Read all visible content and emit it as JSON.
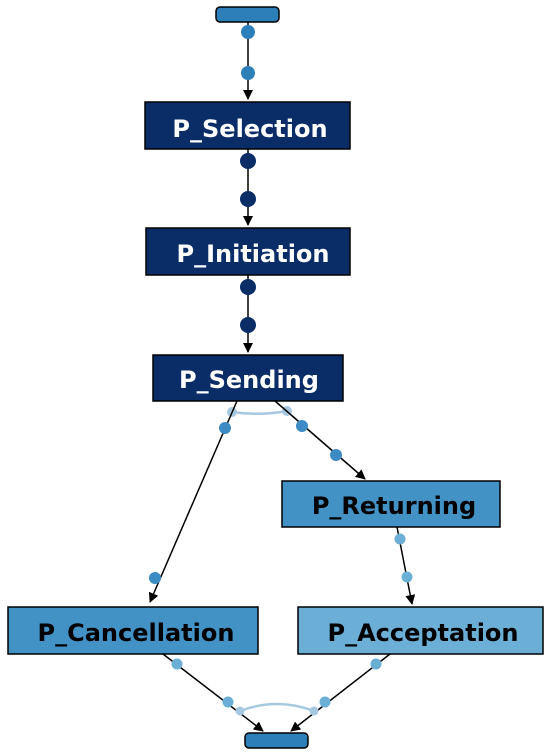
{
  "diagram": {
    "nodes": [
      {
        "id": "start",
        "label": "",
        "kind": "terminal"
      },
      {
        "id": "selection",
        "label": "P_Selection",
        "kind": "dark"
      },
      {
        "id": "initiation",
        "label": "P_Initiation",
        "kind": "dark"
      },
      {
        "id": "sending",
        "label": "P_Sending",
        "kind": "dark"
      },
      {
        "id": "returning",
        "label": "P_Returning",
        "kind": "mid"
      },
      {
        "id": "cancellation",
        "label": "P_Cancellation",
        "kind": "mid"
      },
      {
        "id": "acceptation",
        "label": "P_Acceptation",
        "kind": "light"
      },
      {
        "id": "end",
        "label": "",
        "kind": "terminal"
      }
    ],
    "edges": [
      {
        "from": "start",
        "to": "selection"
      },
      {
        "from": "selection",
        "to": "initiation"
      },
      {
        "from": "initiation",
        "to": "sending"
      },
      {
        "from": "sending",
        "to": "returning"
      },
      {
        "from": "sending",
        "to": "cancellation"
      },
      {
        "from": "returning",
        "to": "acceptation"
      },
      {
        "from": "cancellation",
        "to": "end"
      },
      {
        "from": "acceptation",
        "to": "end"
      }
    ],
    "colors": {
      "dark_fill": "#0a2d68",
      "mid_fill": "#4292c6",
      "light_fill": "#6baed6",
      "terminal_fill": "#2c7fb8",
      "dark_text": "#ffffff",
      "light_text": "#000000",
      "dot_dark": "#0a2d68",
      "dot_mid": "#3d8bc4",
      "dot_light": "#6baed6",
      "split_arc": "#a6c8e0"
    }
  }
}
